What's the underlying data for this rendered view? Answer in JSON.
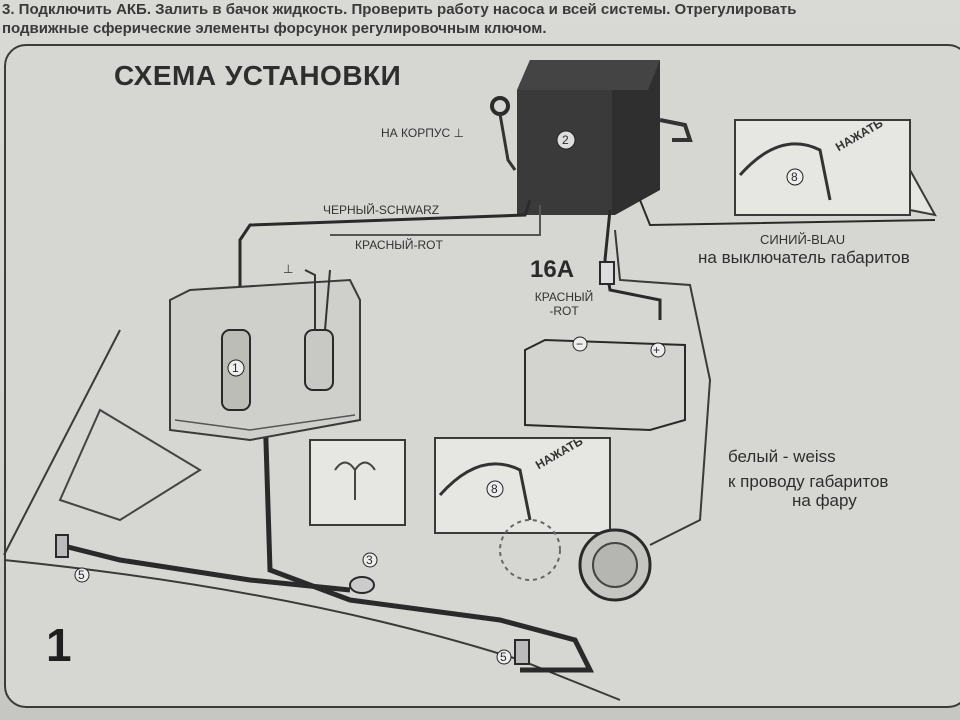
{
  "header": {
    "line1": "3. Подключить АКБ. Залить в бачок жидкость. Проверить работу насоса и всей системы. Отрегулировать",
    "line2": "подвижные сферические элементы форсунок регулировочным ключом."
  },
  "diagram": {
    "title": "СХЕМА УСТАНОВКИ",
    "figure_number": "1",
    "labels": {
      "ground": "НА КОРПУС ⊥",
      "ground_symbol": "⊥",
      "black_wire": "ЧЕРНЫЙ-SCHWARZ",
      "red_wire": "КРАСНЫЙ-ROT",
      "fuse": "16А",
      "fuse_wire_line1": "КРАСНЫЙ",
      "fuse_wire_line2": "-ROT",
      "blue_wire": "СИНИЙ-BLAU",
      "blue_wire_dest": "на выключатель габаритов",
      "white_wire": "белый - weiss",
      "white_wire_dest_1": "к проводу габаритов",
      "white_wire_dest_2": "на фару",
      "press": "НАЖАТЬ"
    }
  }
}
